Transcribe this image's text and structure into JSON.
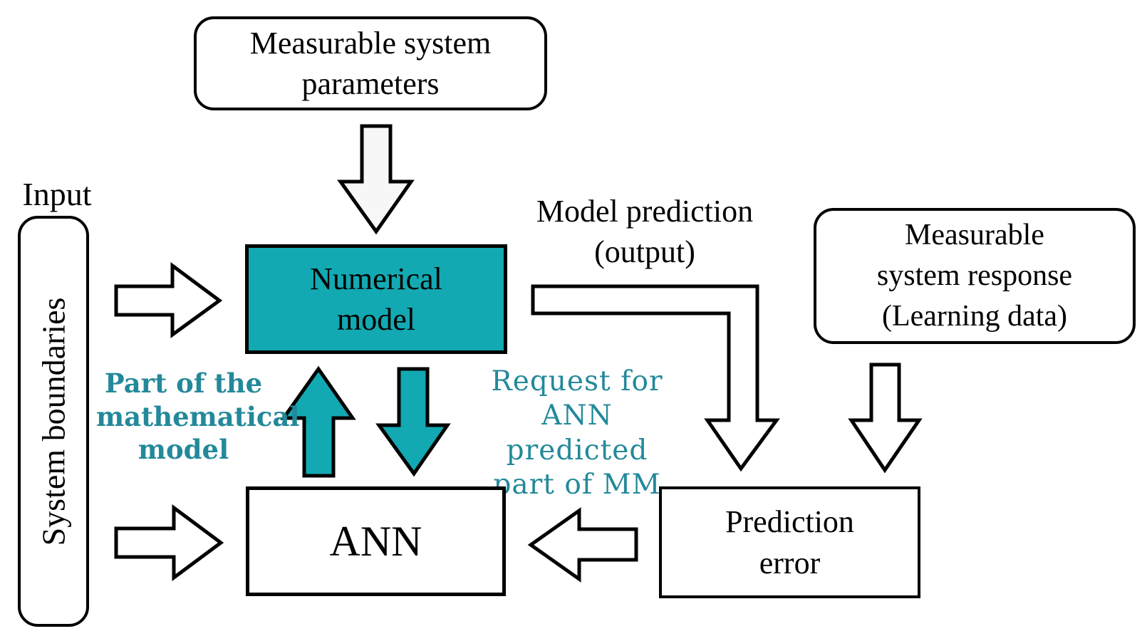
{
  "colors": {
    "teal_box": "#12A9B2",
    "teal_text": "#23899A",
    "white_fill": "#FFFFFF",
    "light_fill": "#F7F7F7",
    "outline": "#000000"
  },
  "labels": {
    "input": "Input",
    "system_boundaries": "System boundaries",
    "ann": "ANN"
  },
  "boxes": {
    "measurable_parameters": {
      "lines": [
        "Measurable system",
        "parameters"
      ]
    },
    "numerical_model": {
      "lines": [
        "Numerical",
        "model"
      ]
    },
    "measurable_response": {
      "lines": [
        "Measurable",
        "system response",
        "(Learning data)"
      ]
    },
    "prediction_error": {
      "lines": [
        "Prediction",
        "error"
      ]
    }
  },
  "annotations": {
    "model_prediction": {
      "lines": [
        "Model prediction",
        "(output)"
      ]
    },
    "part_of_mm": {
      "lines": [
        "Part of the",
        "mathematical",
        "model"
      ]
    },
    "request_ann": {
      "lines": [
        "Request for",
        "ANN predicted",
        "part of MM"
      ]
    }
  },
  "arrows": {
    "params_to_model": {
      "meaning": "Measurable system parameters feed the numerical model"
    },
    "input_to_model": {
      "meaning": "System boundaries input to numerical model"
    },
    "input_to_ann": {
      "meaning": "System boundaries input to ANN"
    },
    "model_output_elbow": {
      "meaning": "Model prediction output to prediction error"
    },
    "response_to_error": {
      "meaning": "Measured response to prediction error"
    },
    "ann_to_model": {
      "meaning": "ANN supplies part of the mathematical model"
    },
    "model_to_ann": {
      "meaning": "Request for ANN predicted part of MM"
    },
    "error_to_ann": {
      "meaning": "Prediction error feedback to ANN"
    }
  }
}
